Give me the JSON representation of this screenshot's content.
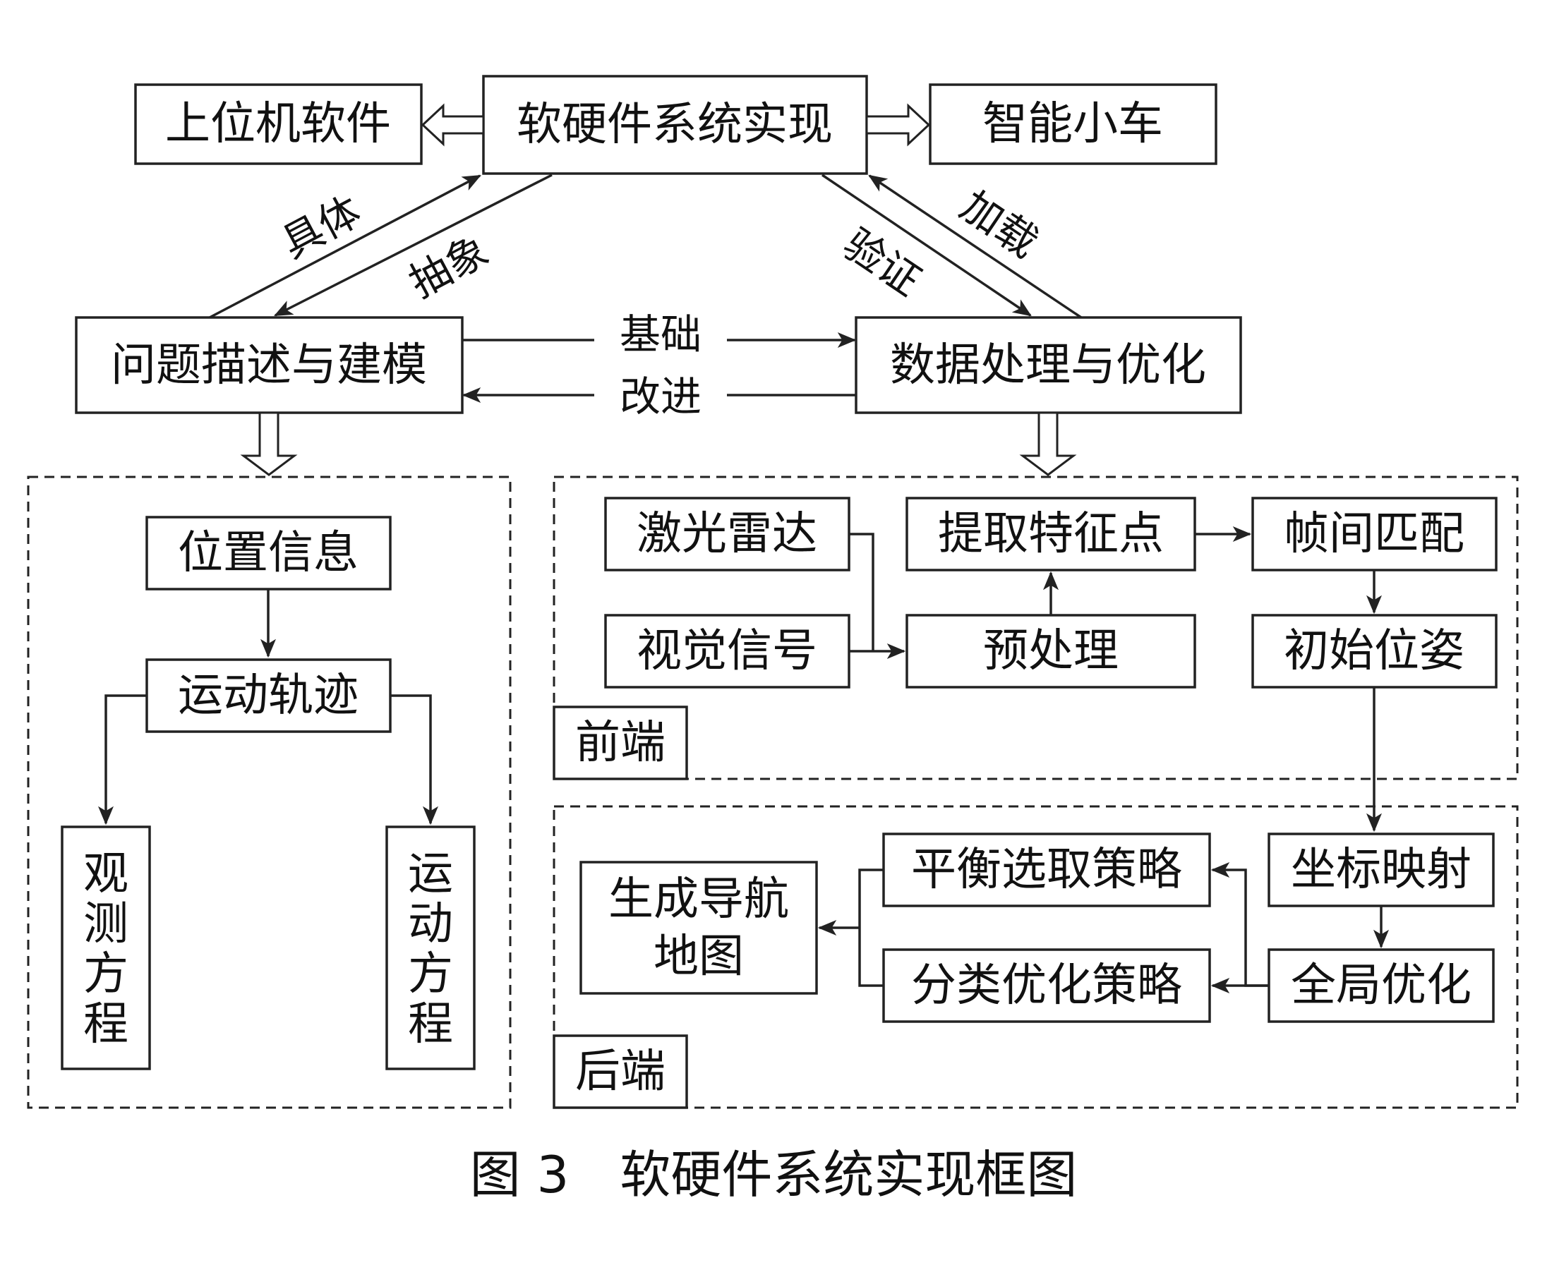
{
  "nodes": {
    "hw_sw": "软硬件系统实现",
    "upper_pc": "上位机软件",
    "smart_car": "智能小车",
    "problem_model": "问题描述与建模",
    "data_proc": "数据处理与优化",
    "position_info": "位置信息",
    "motion_traj": "运动轨迹",
    "obs_eq": [
      "观",
      "测",
      "方",
      "程"
    ],
    "motion_eq": [
      "运",
      "动",
      "方",
      "程"
    ],
    "lidar": "激光雷达",
    "visual": "视觉信号",
    "extract": "提取特征点",
    "preprocess": "预处理",
    "frame_match": "帧间匹配",
    "init_pose": "初始位姿",
    "coord_map": "坐标映射",
    "global_opt": "全局优化",
    "balance": "平衡选取策略",
    "classify": "分类优化策略",
    "nav_map": [
      "生成导航",
      "地图"
    ]
  },
  "edges": {
    "concrete": "具体",
    "abstract": "抽象",
    "verify": "验证",
    "load": "加载",
    "basis": "基础",
    "improve": "改进"
  },
  "groups": {
    "frontend": "前端",
    "backend": "后端"
  },
  "caption": "图 3　软硬件系统实现框图"
}
